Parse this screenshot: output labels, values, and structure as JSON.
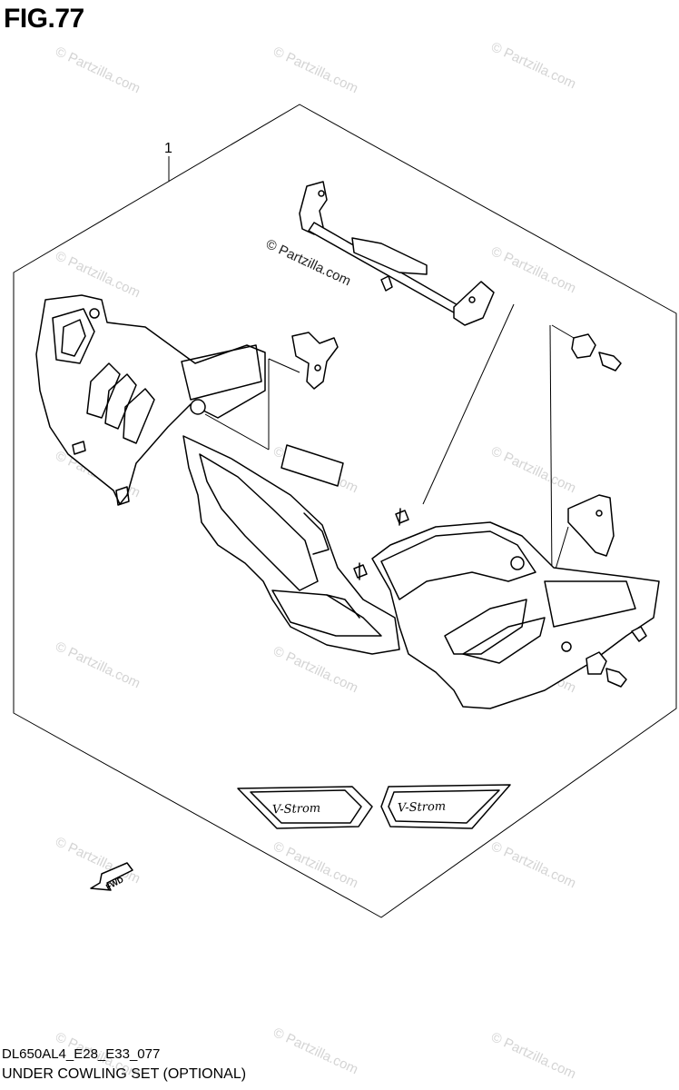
{
  "figure": {
    "title": "FIG.77"
  },
  "callouts": [
    {
      "number": "1"
    }
  ],
  "watermark": {
    "text": "© Partzilla.com"
  },
  "emblems": [
    {
      "text": "V-Strom"
    },
    {
      "text": "V-Strom"
    }
  ],
  "direction_arrow": {
    "text": "FWD"
  },
  "footer": {
    "model_code": "DL650AL4_E28_E33_077",
    "caption": "UNDER COWLING SET (OPTIONAL)"
  }
}
